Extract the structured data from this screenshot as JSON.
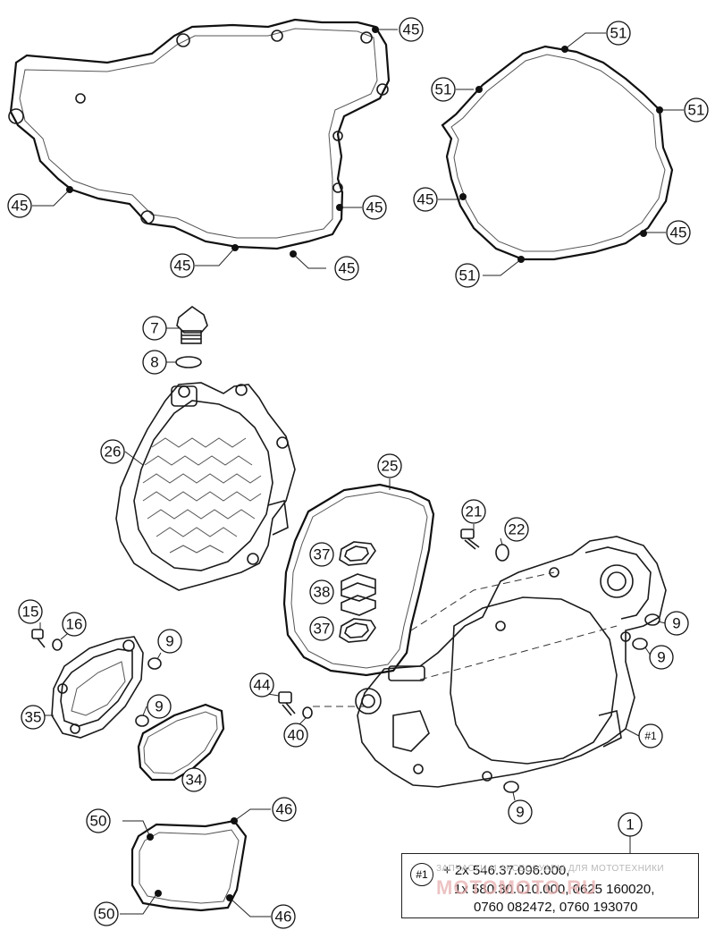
{
  "labels": {
    "p45": "45",
    "p51": "51",
    "p7": "7",
    "p8": "8",
    "p26": "26",
    "p25": "25",
    "p37": "37",
    "p38": "38",
    "p21": "21",
    "p22": "22",
    "p15": "15",
    "p16": "16",
    "p9": "9",
    "p35": "35",
    "p34": "34",
    "p44": "44",
    "p40": "40",
    "p1": "1",
    "ref1": "#1",
    "p50": "50",
    "p46": "46"
  },
  "note": {
    "ref": "#1",
    "line1": "+ 2x 546.37.096.000,",
    "line2": "1x 580.30.010.000, 0625 160020,",
    "line3": "0760 082472, 0760 193070"
  },
  "watermark": {
    "grey": "ЗАПЧАСТИ И АКСЕССУАРЫ ДЛЯ МОТОТЕХНИКИ",
    "red": "MOTOMOTO.RU"
  }
}
